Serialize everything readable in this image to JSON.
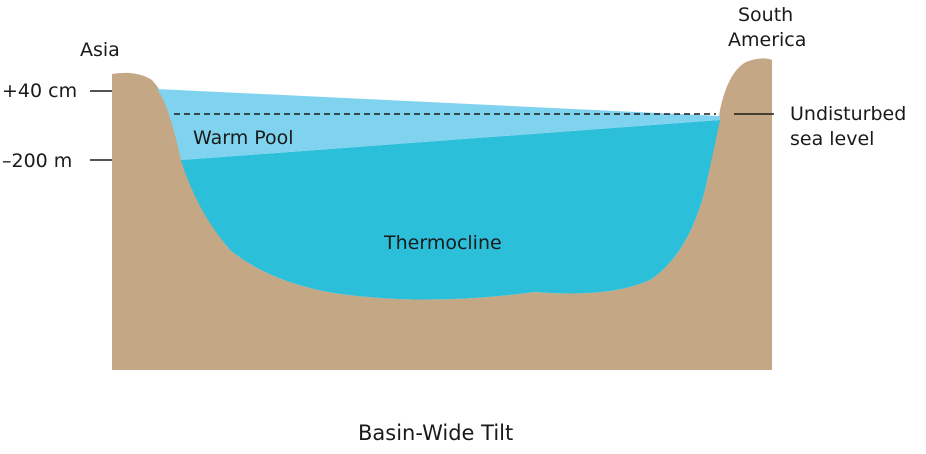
{
  "labels": {
    "left_continent": "Asia",
    "right_continent_line1": "South",
    "right_continent_line2": "America",
    "height_marker": "+40 cm",
    "depth_marker": "–200 m",
    "warm_pool": "Warm Pool",
    "thermocline": "Thermocline",
    "sea_level_line1": "Undisturbed",
    "sea_level_line2": "sea level",
    "caption": "Basin-Wide Tilt"
  },
  "colors": {
    "land": "#c4a784",
    "warm_pool": "#7fd3ee",
    "thermocline": "#2bbfda",
    "text": "#1a1a1a",
    "line": "#1a1a1a"
  }
}
